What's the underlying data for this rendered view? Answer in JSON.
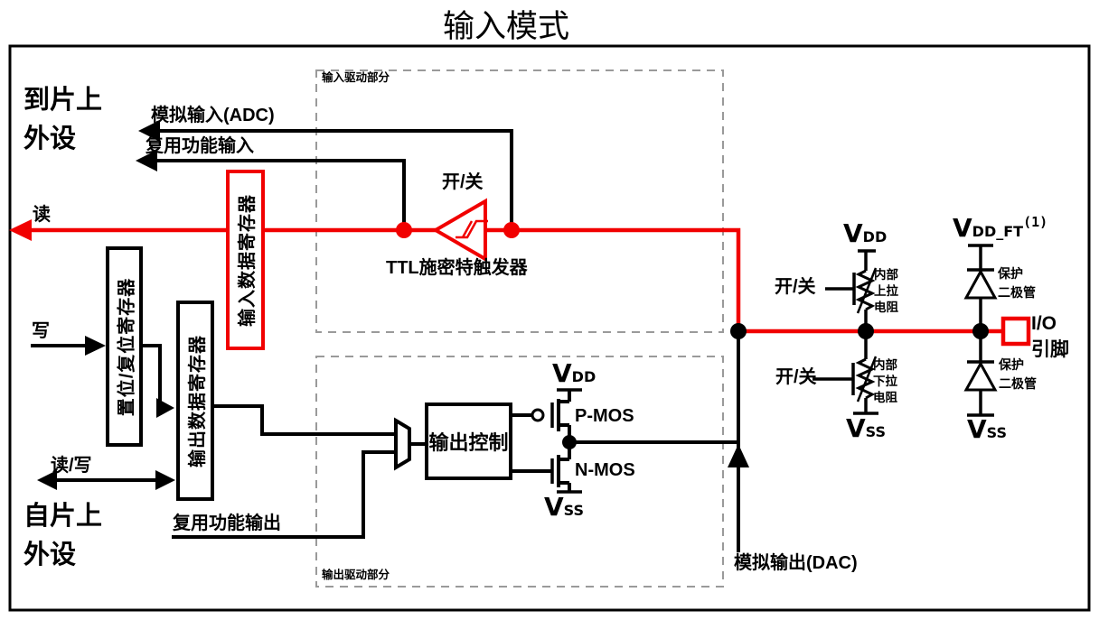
{
  "title": "输入模式",
  "colors": {
    "accent_red": "#f10000",
    "wire_black": "#000000",
    "dashed_gray": "#9a9a9a"
  },
  "peripherals": {
    "to_chip": [
      "到片上",
      "外设"
    ],
    "from_chip": [
      "自片上",
      "外设"
    ]
  },
  "bus_labels": {
    "read": "读",
    "write": "写",
    "read_write": "读/写"
  },
  "signals": {
    "analog_input": "模拟输入(ADC)",
    "alt_function_input": "复用功能输入",
    "alt_function_output": "复用功能输出",
    "analog_output": "模拟输出(DAC)"
  },
  "registers": {
    "input_data": "输入数据寄存器",
    "bit_set_reset": "置位/复位寄存器",
    "output_data": "输出数据寄存器"
  },
  "sections": {
    "input_driver": "输入驱动部分",
    "output_driver": "输出驱动部分"
  },
  "input_driver": {
    "switch": "开/关",
    "schmitt_trigger": "TTL施密特触发器"
  },
  "output_driver": {
    "output_control": "输出控制",
    "pmos": "P-MOS",
    "nmos": "N-MOS"
  },
  "power": {
    "v": "V",
    "dd": "DD",
    "ss": "SS",
    "dd_ft": "DD_FT",
    "ft_note": "(1)"
  },
  "pull_up": {
    "switch": "开/关",
    "lines": [
      "内部",
      "上拉",
      "电阻"
    ]
  },
  "pull_down": {
    "switch": "开/关",
    "lines": [
      "内部",
      "下拉",
      "电阻"
    ]
  },
  "protection_diode": [
    "保护",
    "二极管"
  ],
  "io_pin": [
    "I/O",
    "引脚"
  ]
}
